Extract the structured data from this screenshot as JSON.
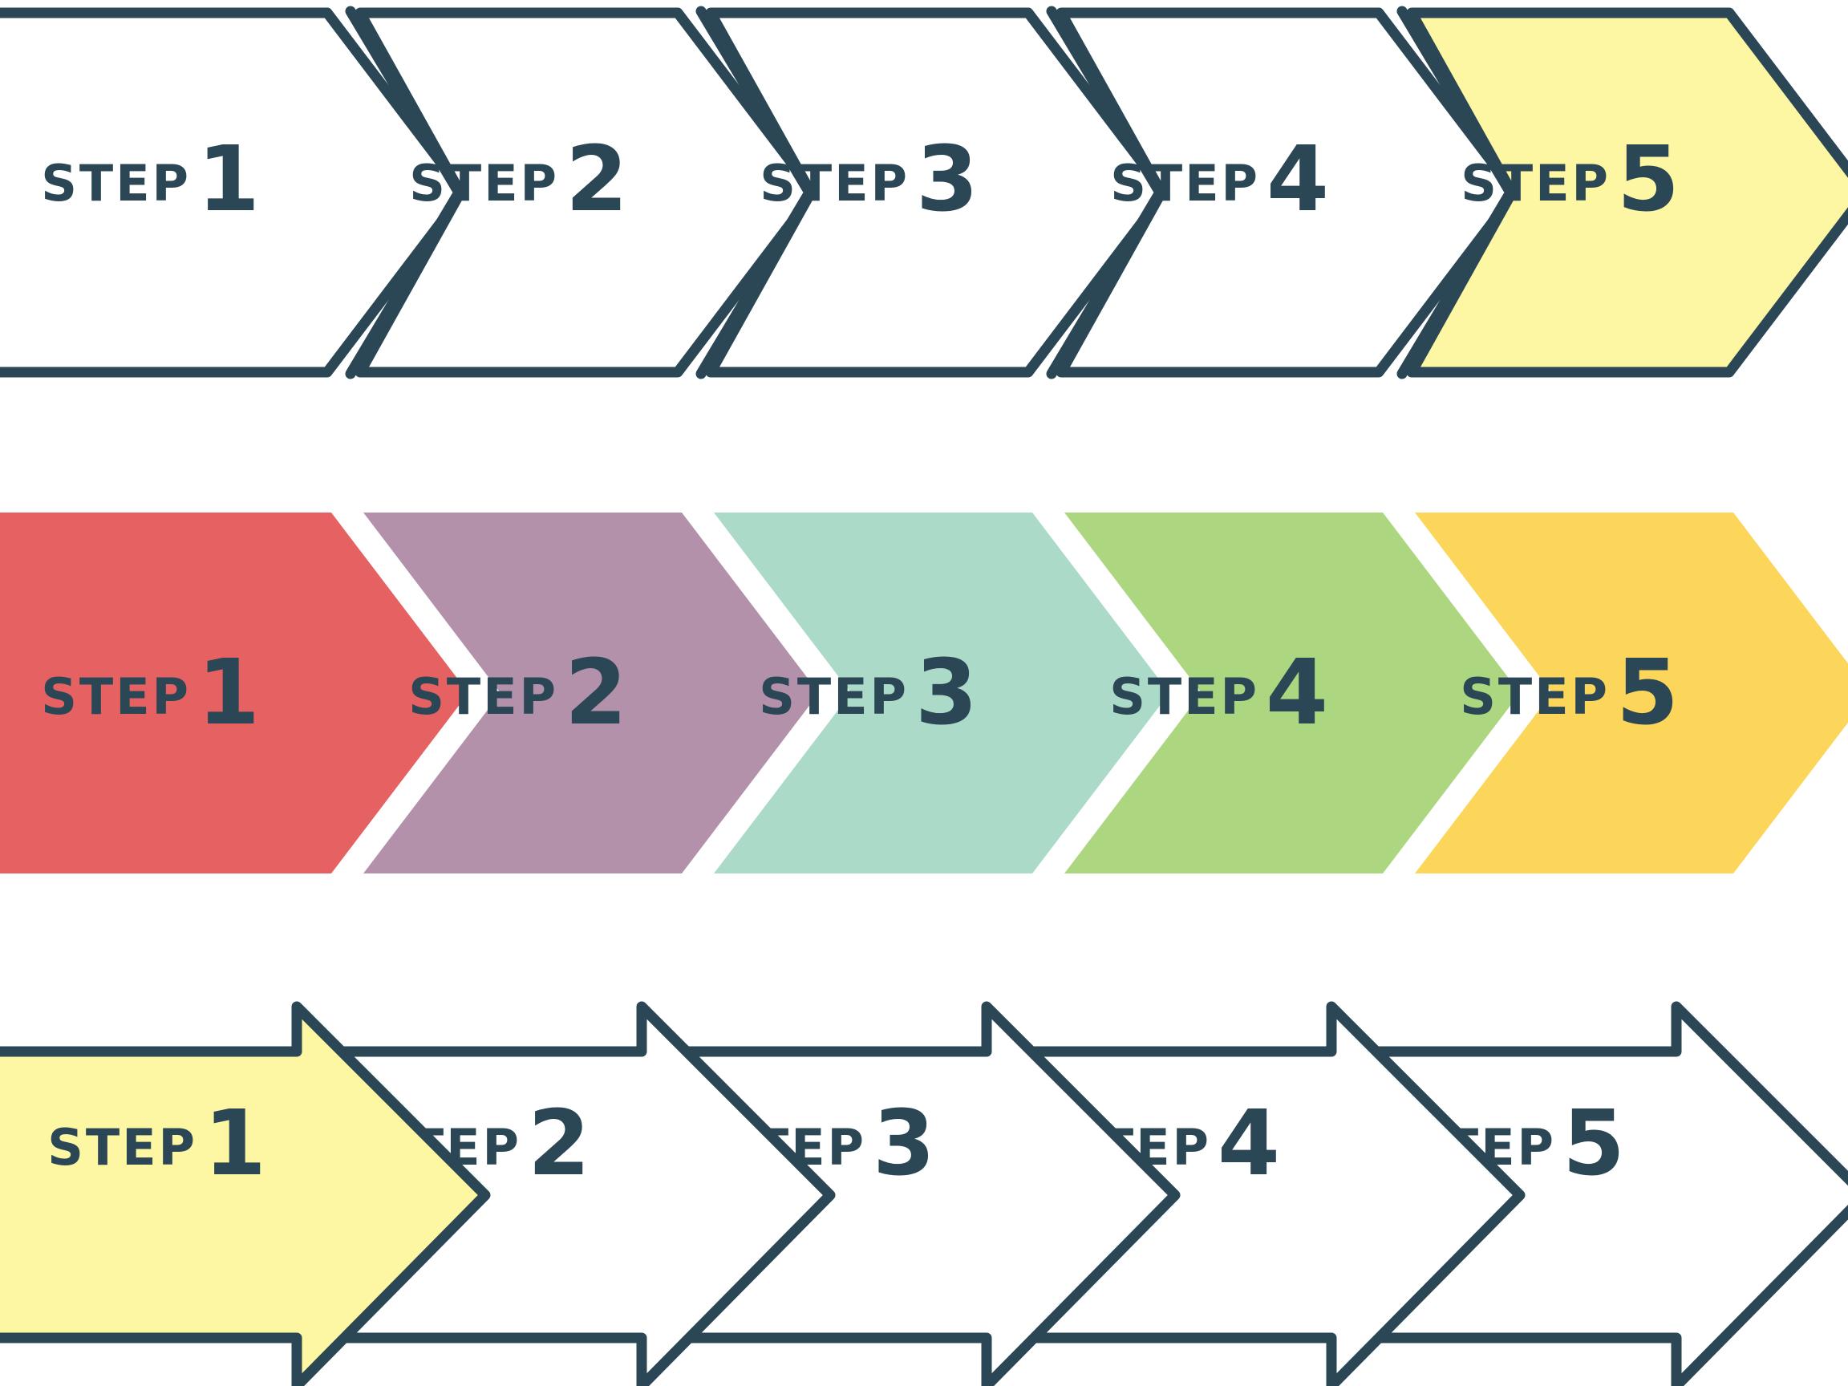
{
  "diagram": {
    "ink_color": "#2b4654",
    "rows": [
      {
        "style": "outlined-chevron",
        "steps": [
          {
            "word": "STEP",
            "number": "1",
            "fill": "#ffffff"
          },
          {
            "word": "STEP",
            "number": "2",
            "fill": "#ffffff"
          },
          {
            "word": "STEP",
            "number": "3",
            "fill": "#ffffff"
          },
          {
            "word": "STEP",
            "number": "4",
            "fill": "#ffffff"
          },
          {
            "word": "STEP",
            "number": "5",
            "fill": "#fdf6a2"
          }
        ]
      },
      {
        "style": "filled-chevron",
        "steps": [
          {
            "word": "STEP",
            "number": "1",
            "fill": "#e56162"
          },
          {
            "word": "STEP",
            "number": "2",
            "fill": "#b491ab"
          },
          {
            "word": "STEP",
            "number": "3",
            "fill": "#acdac9"
          },
          {
            "word": "STEP",
            "number": "4",
            "fill": "#add680"
          },
          {
            "word": "STEP",
            "number": "5",
            "fill": "#fcd55b"
          }
        ]
      },
      {
        "style": "outlined-arrow",
        "steps": [
          {
            "word": "STEP",
            "number": "1",
            "fill": "#fdf6a2"
          },
          {
            "word": "STEP",
            "number": "2",
            "fill": "#ffffff"
          },
          {
            "word": "STEP",
            "number": "3",
            "fill": "#ffffff"
          },
          {
            "word": "STEP",
            "number": "4",
            "fill": "#ffffff"
          },
          {
            "word": "STEP",
            "number": "5",
            "fill": "#ffffff"
          }
        ]
      }
    ]
  }
}
